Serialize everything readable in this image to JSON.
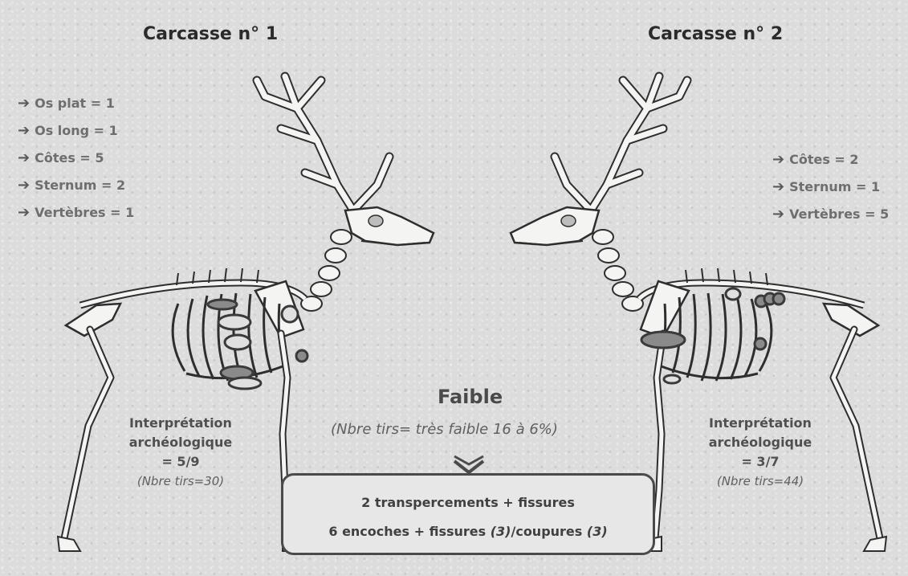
{
  "carcass1": {
    "title": "Carcasse n° 1",
    "items": [
      {
        "arrow": "➔",
        "label": "Os plat = 1"
      },
      {
        "arrow": "➔",
        "label": "Os long = 1"
      },
      {
        "arrow": "➔",
        "label": "Côtes = 5"
      },
      {
        "arrow": "➔",
        "label": "Sternum = 2"
      },
      {
        "arrow": "➔",
        "label": "Vertèbres = 1"
      }
    ],
    "interp": {
      "line1": "Interprétation",
      "line2": "archéologique",
      "line3": "= 5/9",
      "tirs": "(Nbre tirs=30)"
    }
  },
  "carcass2": {
    "title": "Carcasse n° 2",
    "items": [
      {
        "arrow": "➔",
        "label": "Côtes = 2"
      },
      {
        "arrow": "➔",
        "label": "Sternum = 1"
      },
      {
        "arrow": "➔",
        "label": "Vertèbres = 5"
      }
    ],
    "interp": {
      "line1": "Interprétation",
      "line2": "archéologique",
      "line3": "= 3/7",
      "tirs": "(Nbre tirs=44)"
    }
  },
  "summary": {
    "heading": "Faible",
    "subtitle": "(Nbre tirs= très faible 16 à 6%)",
    "line1": "2 transpercements + fissures",
    "line2_a": "6 encoches + fissures ",
    "line2_b": "(3)",
    "line2_c": "/coupures ",
    "line2_d": "(3)"
  },
  "colors": {
    "background": "#dcdcdc",
    "bone": "#f4f4f2",
    "outline": "#3a3a3a",
    "marker_fill": "#8a8a8a"
  }
}
